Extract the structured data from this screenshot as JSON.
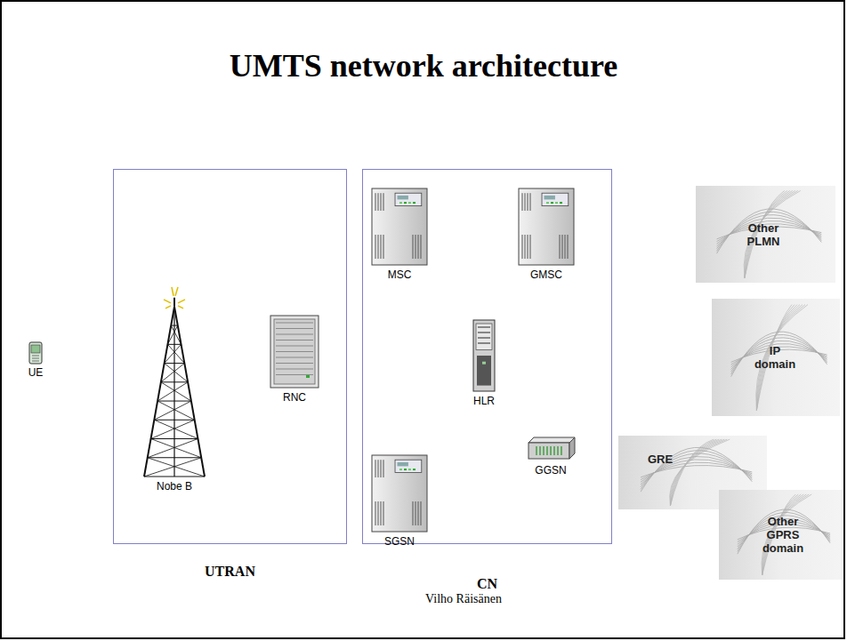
{
  "diagram": {
    "title": "UMTS network architecture",
    "nodes": [
      {
        "text": [
          "UE"
        ]
      },
      {
        "text": [
          "UTRAN"
        ]
      },
      {
        "text": [
          "Nobe B"
        ],
        "in": 1
      },
      {
        "text": [
          "RNC"
        ],
        "in": 1
      },
      {
        "text": [
          "CN"
        ]
      },
      {
        "text": [
          "MSC"
        ],
        "in": 4
      },
      {
        "text": [
          "GMSC"
        ],
        "in": 4
      },
      {
        "text": [
          "HLR"
        ],
        "in": 4
      },
      {
        "text": [
          "SGSN"
        ],
        "in": 4
      },
      {
        "text": [
          "GGSN"
        ],
        "in": 4
      },
      {
        "text": [
          "Other PLMN"
        ]
      },
      {
        "text": [
          "IP domain"
        ]
      },
      {
        "text": [
          "GRE"
        ]
      },
      {
        "text": [
          "Other GPRS domain"
        ]
      }
    ],
    "labels": [
      "Vilho Räisänen"
    ]
  }
}
